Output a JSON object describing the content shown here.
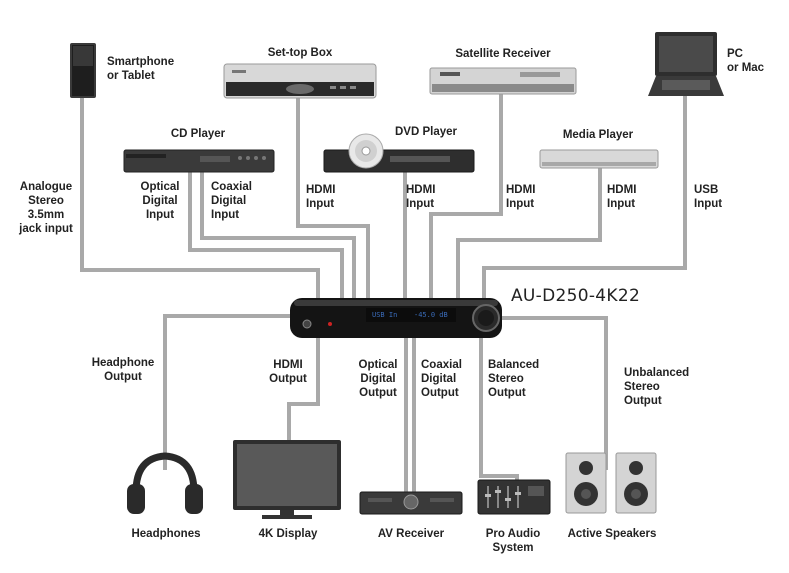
{
  "hub": {
    "name": "AU-D250-4K22",
    "display_left": "USB In",
    "display_right": "-45.0 dB"
  },
  "sources": {
    "smartphone": "Smartphone\nor Tablet",
    "set_top_box": "Set-top Box",
    "satellite_receiver": "Satellite Receiver",
    "pc": "PC\nor Mac",
    "cd_player": "CD Player",
    "dvd_player": "DVD Player",
    "media_player": "Media Player"
  },
  "inputs": {
    "analogue": "Analogue\nStereo\n3.5mm\njack input",
    "optical_in": "Optical\nDigital\nInput",
    "coaxial_in": "Coaxial\nDigital\nInput",
    "hdmi_stb": "HDMI\nInput",
    "hdmi_dvd": "HDMI\nInput",
    "hdmi_sat": "HDMI\nInput",
    "hdmi_media": "HDMI\nInput",
    "usb": "USB\nInput"
  },
  "outputs": {
    "headphone": "Headphone\nOutput",
    "hdmi_out": "HDMI\nOutput",
    "optical_out": "Optical\nDigital\nOutput",
    "coaxial_out": "Coaxial\nDigital\nOutput",
    "balanced": "Balanced\nStereo\nOutput",
    "unbalanced": "Unbalanced\nStereo\nOutput"
  },
  "destinations": {
    "headphones": "Headphones",
    "display": "4K Display",
    "av_receiver": "AV Receiver",
    "pro_audio": "Pro Audio\nSystem",
    "speakers": "Active Speakers"
  },
  "colors": {
    "cable": "#a9a9a9",
    "device_dark": "#2a2a2a",
    "device_silver": "#cfcfcf",
    "hub_body": "#111111",
    "hub_display": "#3a6bb8"
  }
}
